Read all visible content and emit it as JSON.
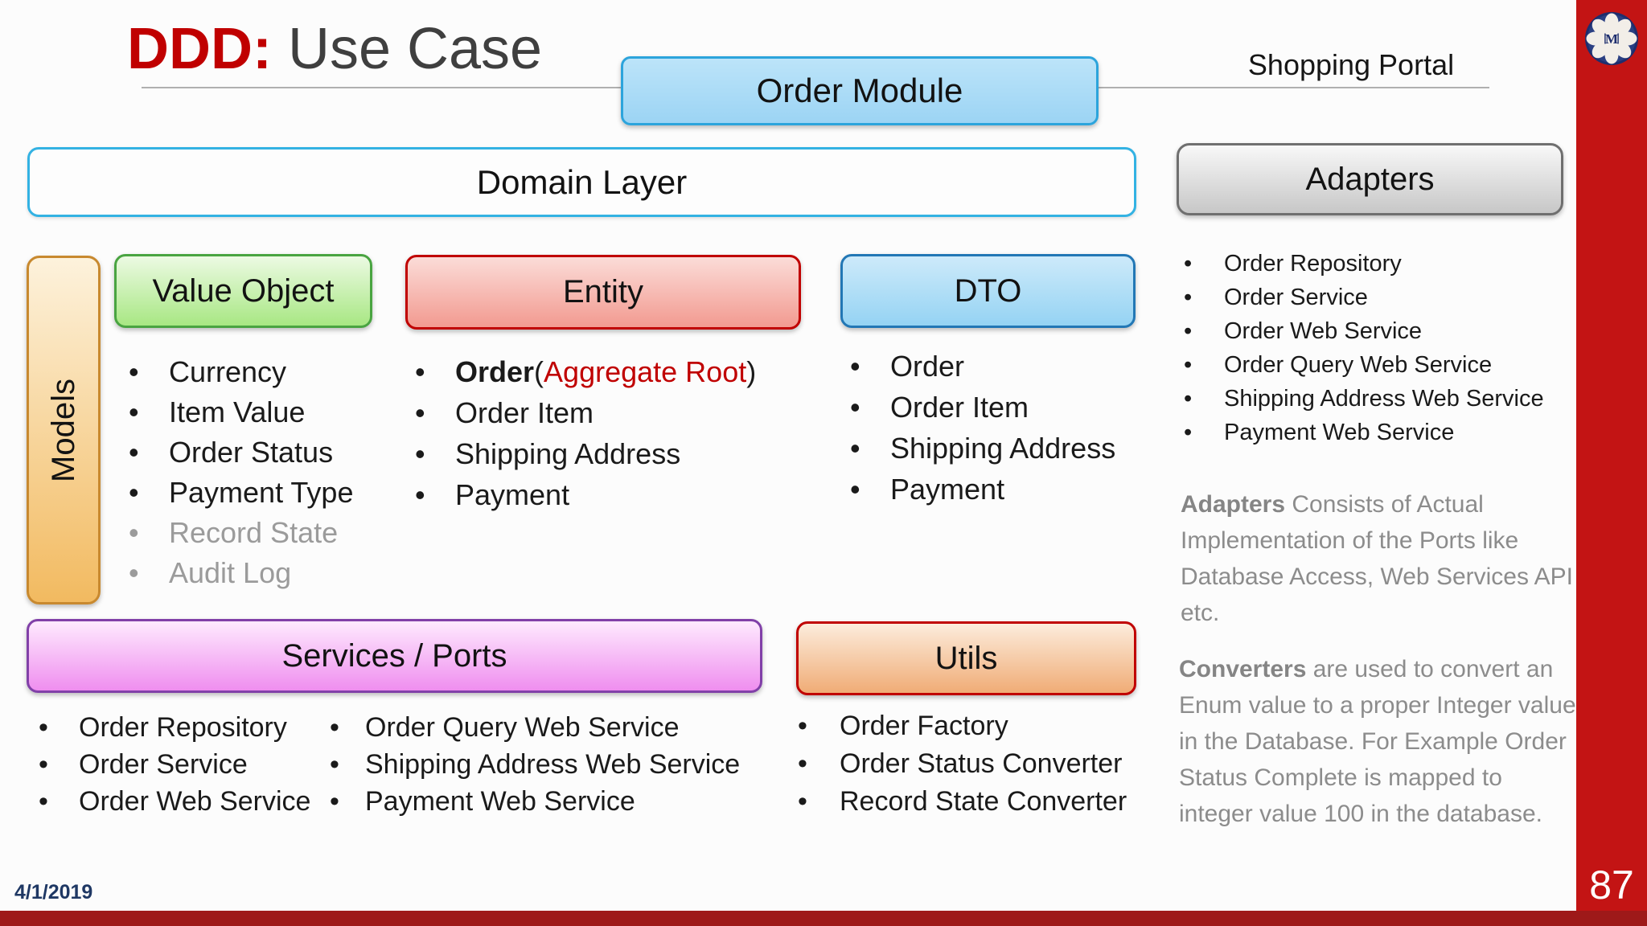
{
  "slide": {
    "title_highlight": "DDD:",
    "title_rest": " Use Case",
    "project_label": "Shopping Portal",
    "date": "4/1/2019",
    "page_number": "87",
    "logo_letter": "M"
  },
  "order_module": {
    "label": "Order Module"
  },
  "domain_layer": {
    "label": "Domain Layer"
  },
  "models": {
    "label": "Models",
    "value_object": {
      "title": "Value Object",
      "items": [
        "Currency",
        "Item Value",
        "Order Status",
        "Payment Type",
        "Record State",
        "Audit Log"
      ]
    },
    "entity": {
      "title": "Entity",
      "lead_item": {
        "name": "Order",
        "paren_open": " (",
        "annotation": "Aggregate Root",
        "paren_close": ")"
      },
      "items": [
        "Order Item",
        "Shipping Address",
        "Payment"
      ]
    },
    "dto": {
      "title": "DTO",
      "items": [
        "Order",
        "Order Item",
        "Shipping Address",
        "Payment"
      ]
    }
  },
  "adapters": {
    "title": "Adapters",
    "items": [
      "Order Repository",
      "Order Service",
      "Order Web Service",
      "Order Query Web Service",
      "Shipping Address Web Service",
      "Payment Web Service"
    ],
    "note_lead": "Adapters",
    "note_rest": " Consists of Actual Implementation of the Ports like Database Access, Web Services API etc."
  },
  "services_ports": {
    "title": "Services / Ports",
    "column1": [
      "Order Repository",
      "Order Service",
      "Order Web Service"
    ],
    "column2": [
      "Order Query Web Service",
      "Shipping Address Web Service",
      "Payment Web Service"
    ]
  },
  "utils": {
    "title": "Utils",
    "items": [
      "Order Factory",
      "Order Status Converter",
      "Record State Converter"
    ]
  },
  "converters_note": {
    "lead": "Converters",
    "rest": " are used to convert an Enum value to a proper Integer value in the Database. For Example Order Status Complete is mapped to integer value 100 in the database."
  },
  "colors": {
    "accent_red": "#c00000",
    "sidebar_red": "#c31414",
    "bottom_bar_red": "#9e1919",
    "note_gray": "#8c8c8c",
    "muted_item_gray": "#9b9b9b",
    "order_module_blue": "#9cd4f4",
    "domain_border_blue": "#33b2e3",
    "adapters_gray": "#c7c7c7",
    "models_orange": "#f2ba60",
    "value_object_green": "#a8e783",
    "entity_pink": "#f29a90",
    "dto_blue": "#95d3f3",
    "services_magenta": "#ef8eef",
    "utils_orange": "#f0ac76",
    "date_navy": "#1f3864"
  }
}
